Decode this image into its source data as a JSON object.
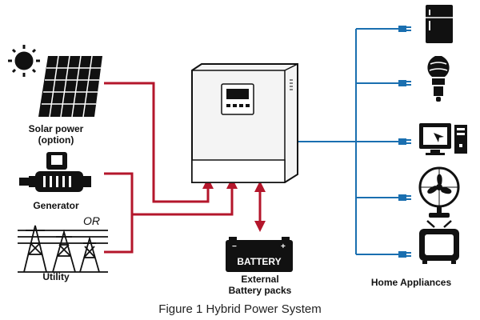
{
  "labels": {
    "solar": "Solar power",
    "solar_note": "(option)",
    "generator": "Generator",
    "or": "OR",
    "utility": "Utility",
    "battery_label": "BATTERY",
    "battery_caption_1": "External",
    "battery_caption_2": "Battery packs",
    "appliances": "Home Appliances"
  },
  "caption": "Figure 1 Hybrid Power System",
  "colors": {
    "input_line": "#b4162b",
    "output_line": "#1a6fb0",
    "ink": "#111111"
  },
  "icons": [
    "sun-icon",
    "solar-panel-icon",
    "generator-icon",
    "utility-tower-icon",
    "inverter-icon",
    "battery-icon",
    "fridge-icon",
    "bulb-icon",
    "computer-icon",
    "fan-icon",
    "tv-icon"
  ]
}
